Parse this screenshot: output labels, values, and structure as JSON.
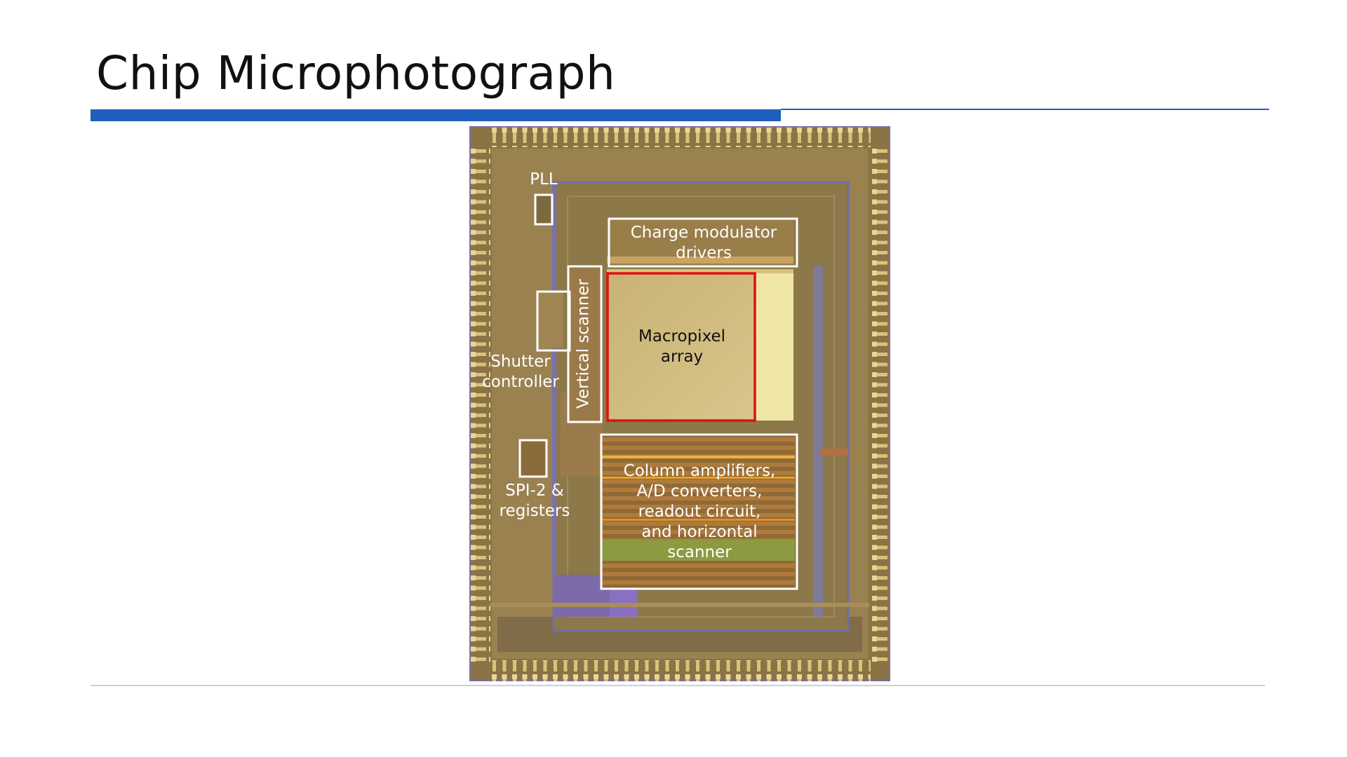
{
  "slide": {
    "title": "Chip Microphotograph"
  },
  "labels": {
    "pll": "PLL",
    "charge_modulator": [
      "Charge modulator",
      "drivers"
    ],
    "vertical_scanner": "Vertical scanner",
    "macropixel": [
      "Macropixel",
      "array"
    ],
    "shutter": [
      "Shutter",
      "controller"
    ],
    "spi": [
      "SPI-2 &",
      "registers"
    ],
    "column": [
      "Column amplifiers,",
      "A/D converters,",
      "readout circuit,",
      "and horizontal",
      "scanner"
    ]
  },
  "colors": {
    "accent": "#1f5fbf",
    "highlight_box": "#e01010",
    "label_box": "#ffffff"
  }
}
